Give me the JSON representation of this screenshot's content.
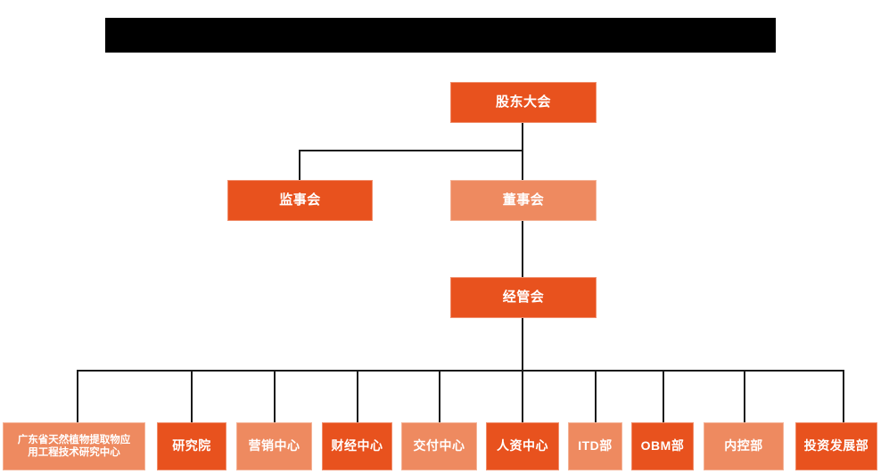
{
  "banner": {
    "name": "redacted-title-banner",
    "text": "",
    "color": "#000000"
  },
  "palette": {
    "dark_orange": "#e8521e",
    "light_orange": "#ee8a60",
    "connector": "#1a1a1a",
    "background": "#ffffff",
    "text": "#ffffff"
  },
  "chart_data": {
    "type": "diagram",
    "diagram_kind": "organization-chart",
    "title": "",
    "levels": 4,
    "nodes": [
      {
        "id": "n1",
        "label": "股东大会",
        "level": 1,
        "tone": "dark",
        "parent": null
      },
      {
        "id": "n2",
        "label": "监事会",
        "level": 2,
        "tone": "dark",
        "parent": "n1"
      },
      {
        "id": "n3",
        "label": "董事会",
        "level": 2,
        "tone": "light",
        "parent": "n1"
      },
      {
        "id": "n4",
        "label": "经管会",
        "level": 3,
        "tone": "dark",
        "parent": "n3"
      },
      {
        "id": "n5",
        "label": "广东省天然植物提取物应用工程技术研究中心",
        "level": 4,
        "tone": "light",
        "parent": "n4"
      },
      {
        "id": "n6",
        "label": "研究院",
        "level": 4,
        "tone": "dark",
        "parent": "n4"
      },
      {
        "id": "n7",
        "label": "营销中心",
        "level": 4,
        "tone": "light",
        "parent": "n4"
      },
      {
        "id": "n8",
        "label": "财经中心",
        "level": 4,
        "tone": "dark",
        "parent": "n4"
      },
      {
        "id": "n9",
        "label": "交付中心",
        "level": 4,
        "tone": "light",
        "parent": "n4"
      },
      {
        "id": "n10",
        "label": "人资中心",
        "level": 4,
        "tone": "dark",
        "parent": "n4"
      },
      {
        "id": "n11",
        "label": "ITD部",
        "level": 4,
        "tone": "light",
        "parent": "n4"
      },
      {
        "id": "n12",
        "label": "OBM部",
        "level": 4,
        "tone": "dark",
        "parent": "n4"
      },
      {
        "id": "n13",
        "label": "内控部",
        "level": 4,
        "tone": "light",
        "parent": "n4"
      },
      {
        "id": "n14",
        "label": "投资发展部",
        "level": 4,
        "tone": "dark",
        "parent": "n4"
      }
    ]
  },
  "top": {
    "shareholders_meeting": "股东大会"
  },
  "second": {
    "board_of_supervisors": "监事会",
    "board_of_directors": "董事会"
  },
  "third": {
    "management_committee": "经管会"
  },
  "departments": {
    "research_center": {
      "line1": "广东省天然植物提取物应",
      "line2": "用工程技术研究中心"
    },
    "institute": "研究院",
    "marketing_center": "营销中心",
    "finance_center": "财经中心",
    "delivery_center": "交付中心",
    "hr_center": "人资中心",
    "itd_dept": "ITD部",
    "obm_dept": "OBM部",
    "internal_control_dept": "内控部",
    "investment_development_dept": "投资发展部"
  }
}
